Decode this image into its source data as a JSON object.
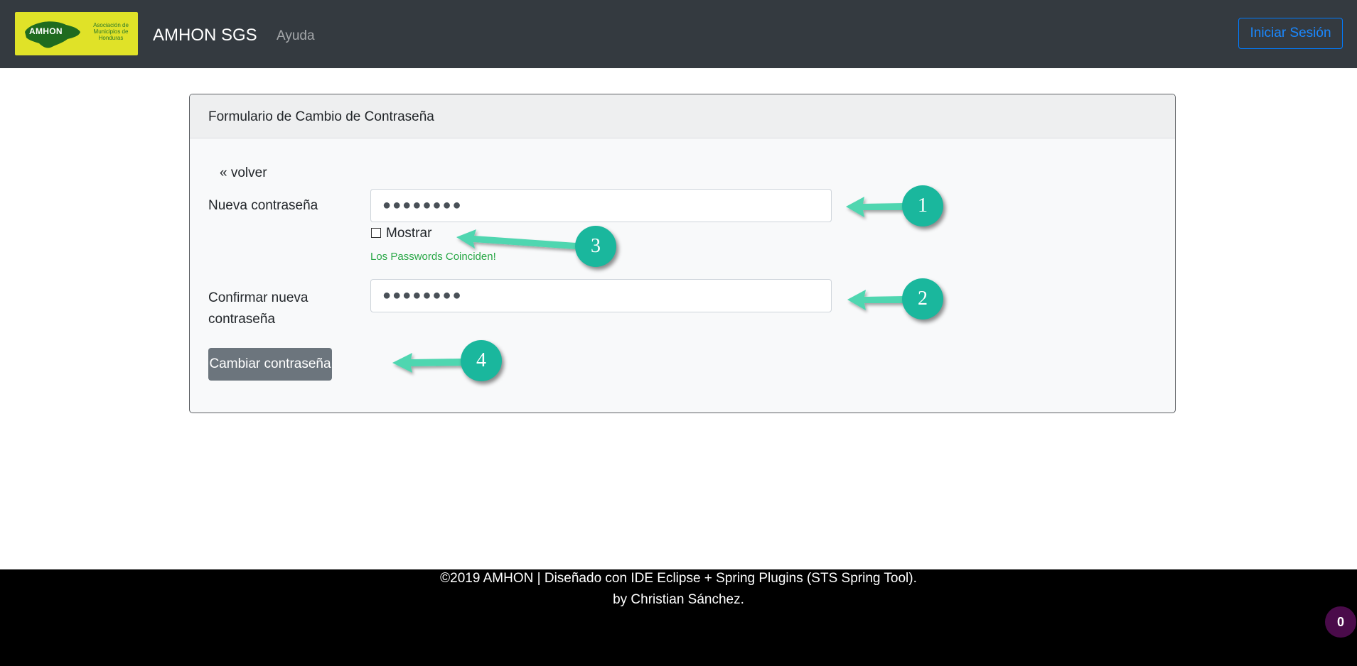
{
  "navbar": {
    "logo_word": "AMHON",
    "logo_tagline": "Asociación de Municipios de Honduras",
    "brand": "AMHON SGS",
    "help_link": "Ayuda",
    "login_button": "Iniciar Sesión"
  },
  "form": {
    "title": "Formulario de Cambio de Contraseña",
    "back_link": "« volver",
    "new_password_label": "Nueva contraseña",
    "new_password_value": "●●●●●●●●",
    "show_label": "Mostrar",
    "show_checked": false,
    "match_message": "Los Passwords Coinciden!",
    "confirm_password_label": "Confirmar nueva contraseña",
    "confirm_password_value": "●●●●●●●●",
    "submit_button": "Cambiar contraseña"
  },
  "annotations": [
    "1",
    "2",
    "3",
    "4"
  ],
  "footer": {
    "line1": "©2019 AMHON | Diseñado con IDE Eclipse + Spring Plugins (STS Spring Tool).",
    "line2": "by Christian Sánchez.",
    "counter": "0"
  },
  "colors": {
    "navbar_bg": "#343a40",
    "logo_bg": "#e0e228",
    "primary": "#007bff",
    "success": "#28a745",
    "secondary_button": "#6c757d",
    "annotation": "#1ab79d",
    "footer_bg": "#000000"
  }
}
